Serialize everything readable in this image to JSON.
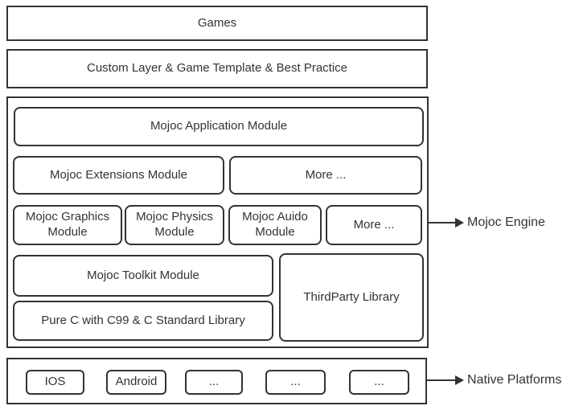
{
  "layers": {
    "games": {
      "label": "Games"
    },
    "custom_layer": {
      "label": "Custom Layer & Game Template & Best Practice"
    }
  },
  "engine": {
    "callout": "Mojoc Engine",
    "modules": {
      "application": "Mojoc Application Module",
      "extensions": "Mojoc Extensions Module",
      "extensions_more": "More ...",
      "graphics": "Mojoc Graphics Module",
      "physics": "Mojoc Physics Module",
      "audio": "Mojoc Auido Module",
      "core_more": "More ...",
      "toolkit": "Mojoc Toolkit Module",
      "pure_c": "Pure C with C99 & C Standard Library",
      "third_party": "ThirdParty Library"
    }
  },
  "platforms": {
    "callout": "Native Platforms",
    "items": [
      "IOS",
      "Android",
      "...",
      "...",
      "..."
    ]
  },
  "colors": {
    "border": "#333333",
    "text": "#333333",
    "background": "#ffffff"
  }
}
